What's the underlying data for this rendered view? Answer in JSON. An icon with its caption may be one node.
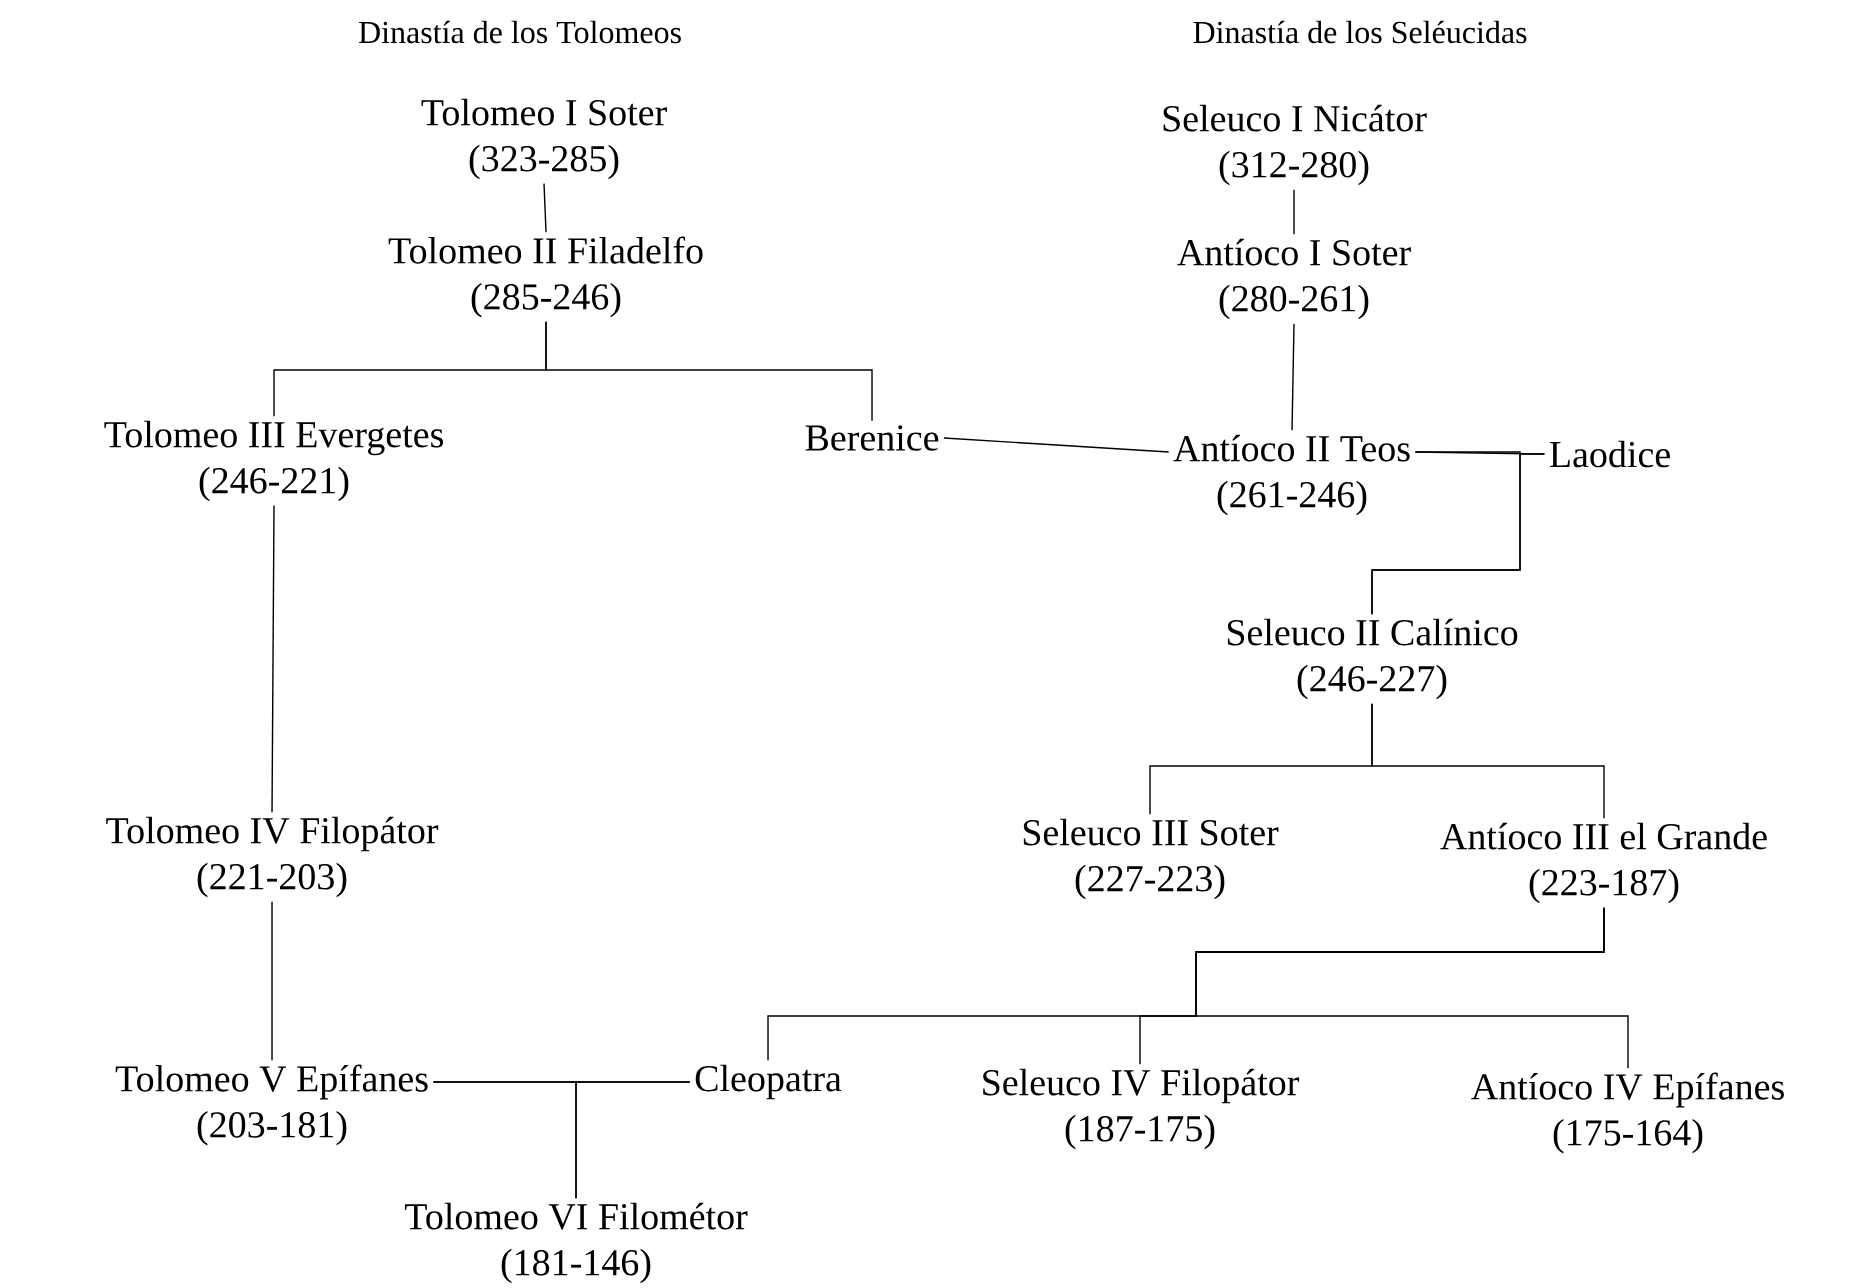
{
  "diagram": {
    "nodes": [
      {
        "text": [
          "Tolomeo I Soter",
          "(323-285)"
        ]
      },
      {
        "text": [
          "Seleuco I Nicátor",
          "(312-280)"
        ]
      },
      {
        "text": [
          "Tolomeo II Filadelfo",
          "(285-246)"
        ]
      },
      {
        "text": [
          "Antíoco I Soter",
          "(280-261)"
        ]
      },
      {
        "text": [
          "Tolomeo III Evergetes",
          "(246-221)"
        ]
      },
      {
        "text": [
          "Berenice"
        ]
      },
      {
        "text": [
          "Antíoco II Teos",
          "(261-246)"
        ]
      },
      {
        "text": [
          "Laodice"
        ]
      },
      {
        "text": [
          "Seleuco II Calínico",
          "(246-227)"
        ]
      },
      {
        "text": [
          "Tolomeo IV Filopátor",
          "(221-203)"
        ]
      },
      {
        "text": [
          "Seleuco III Soter",
          "(227-223)"
        ]
      },
      {
        "text": [
          "Antíoco III el Grande",
          "(223-187)"
        ]
      },
      {
        "text": [
          "Tolomeo V Epífanes",
          "(203-181)"
        ]
      },
      {
        "text": [
          "Cleopatra"
        ]
      },
      {
        "text": [
          "Seleuco IV Filopátor",
          "(187-175)"
        ]
      },
      {
        "text": [
          "Antíoco IV Epífanes",
          "(175-164)"
        ]
      },
      {
        "text": [
          "Tolomeo VI Filométor",
          "(181-146)"
        ]
      }
    ],
    "edges": [
      {
        "from": 0,
        "to": 2,
        "arrow": "none"
      },
      {
        "from": 1,
        "to": 3,
        "arrow": "none"
      },
      {
        "from": 2,
        "to": 4,
        "arrow": "none"
      },
      {
        "from": 2,
        "to": 5,
        "arrow": "none"
      },
      {
        "from": 3,
        "to": 6,
        "arrow": "none"
      },
      {
        "from": 5,
        "to": 6,
        "arrow": "none"
      },
      {
        "from": 6,
        "to": 7,
        "arrow": "none"
      },
      {
        "from": 6,
        "to": 8,
        "arrow": "none"
      },
      {
        "from": 7,
        "to": 8,
        "arrow": "none"
      },
      {
        "from": 4,
        "to": 9,
        "arrow": "none"
      },
      {
        "from": 8,
        "to": 10,
        "arrow": "none"
      },
      {
        "from": 8,
        "to": 11,
        "arrow": "none"
      },
      {
        "from": 9,
        "to": 12,
        "arrow": "none"
      },
      {
        "from": 11,
        "to": 13,
        "arrow": "none"
      },
      {
        "from": 11,
        "to": 14,
        "arrow": "none"
      },
      {
        "from": 11,
        "to": 15,
        "arrow": "none"
      },
      {
        "from": 12,
        "to": 13,
        "arrow": "none"
      },
      {
        "from": 12,
        "to": 16,
        "arrow": "none"
      },
      {
        "from": 13,
        "to": 16,
        "arrow": "none"
      }
    ],
    "labels": [
      "Dinastía de los Tolomeos",
      "Dinastía de los Seléucidas"
    ]
  }
}
